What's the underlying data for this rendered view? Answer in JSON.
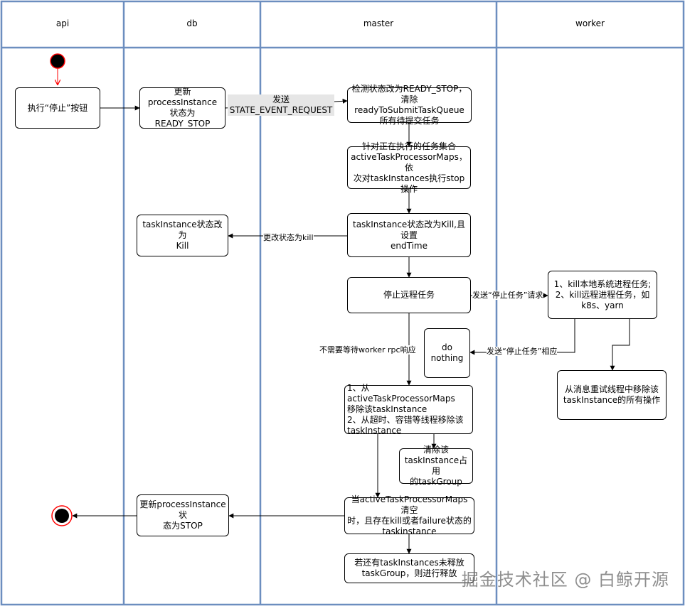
{
  "lanes": {
    "api": "api",
    "db": "db",
    "master": "master",
    "worker": "worker"
  },
  "nodes": {
    "click_stop": "执行“停止”按钮",
    "update_process_ready_stop": "更新processInstance\n状态为READY_STOP",
    "detect_ready_stop": "检测状态改为READY_STOP，\n清除readyToSubmitTaskQueue\n所有待提交任务",
    "for_active_tasks": "针对正在执行的任务集合\nactiveTaskProcessorMaps，依\n次对taskInstances执行stop操作",
    "task_kill_endtime": "taskInstance状态改为Kill,且设置\nendTime",
    "db_task_kill": "taskInstance状态改为\nKill",
    "stop_remote": "停止远程任务",
    "worker_kill": "1、kill本地系统进程任务;\n2、kill远程进程任务，如\nk8s、yarn",
    "do_nothing": "do nothing",
    "remove_retry": "从消息重试线程中移除该\ntaskInstance的所有操作",
    "remove_maps": "1、从activeTaskProcessorMaps\n移除该taskInstance\n2、从超时、容错等线程移除该\ntaskInstance",
    "clear_taskgroup": "清除该\ntaskInstance占用\n的taskGroup",
    "maps_empty": "当activeTaskProcessorMaps清空\n时，且存在kill或者failure状态的\ntaskinstance",
    "update_process_stop": "更新processInstance状\n态为STOP",
    "release_taskgroup": "若还有taskInstances未释放\ntaskGroup，则进行释放"
  },
  "edge_labels": {
    "send_event": "发送\nSTATE_EVENT_REQUEST",
    "change_kill": "更改状态为kill",
    "send_stop_request": "发送“停止任务”请求",
    "send_stop_response": "发送“停止任务”相应",
    "no_wait": "不需要等待worker rpc响应"
  },
  "watermark": "掘金技术社区 @ 白鲸开源",
  "colors": {
    "lane_border": "#6c8ebf",
    "start_node": "#ff0000",
    "start_fill": "#000000",
    "edge": "#000000"
  }
}
